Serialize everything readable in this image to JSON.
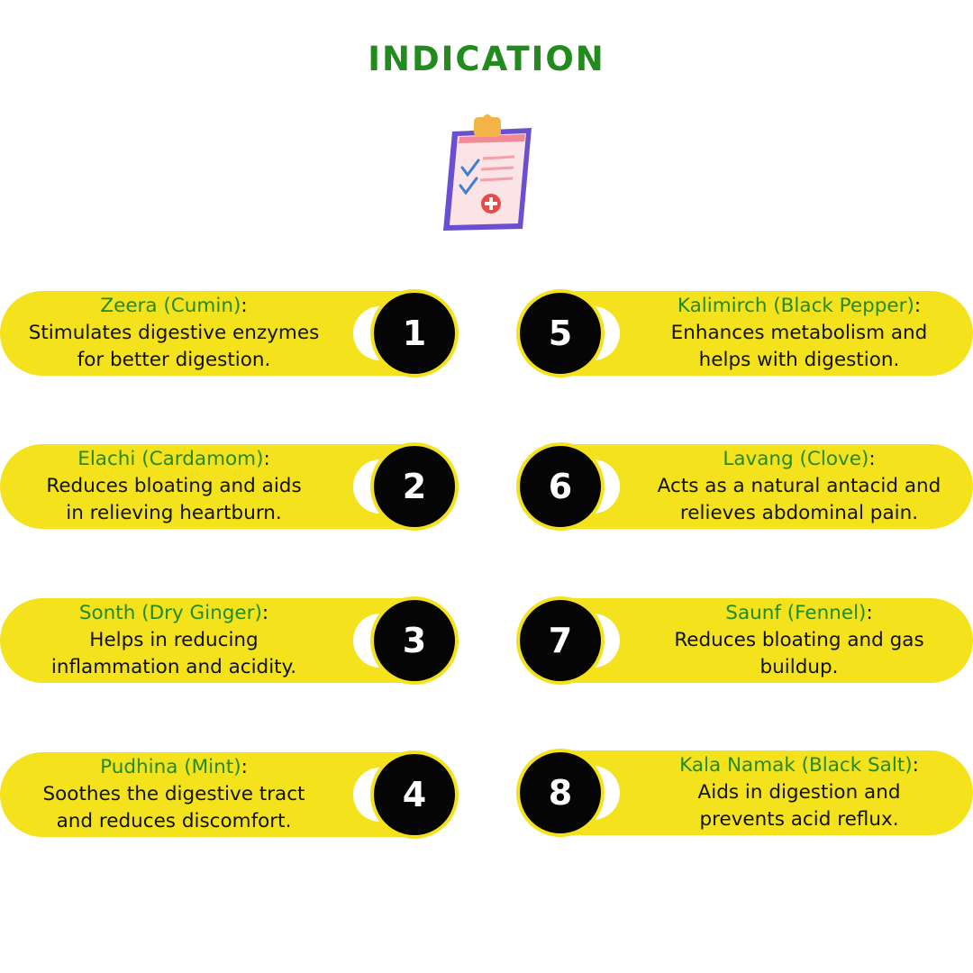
{
  "title": "INDICATION",
  "colors": {
    "accent_green": "#238a1e",
    "pill_yellow": "#f3e21c",
    "circle_black": "#050505"
  },
  "icon": "clipboard-checklist-icon",
  "left_items": [
    {
      "num": "1",
      "ingredient": "Zeera (Cumin)",
      "line1": "Stimulates digestive enzymes",
      "line2": "for better digestion."
    },
    {
      "num": "2",
      "ingredient": "Elachi (Cardamom)",
      "line1": "Reduces bloating and aids",
      "line2": "in relieving heartburn."
    },
    {
      "num": "3",
      "ingredient": "Sonth (Dry Ginger)",
      "line1": "Helps in reducing",
      "line2": "inflammation and acidity."
    },
    {
      "num": "4",
      "ingredient": "Pudhina (Mint)",
      "line1": "Soothes the digestive tract",
      "line2": "and reduces discomfort."
    }
  ],
  "right_items": [
    {
      "num": "5",
      "ingredient": "Kalimirch (Black Pepper)",
      "line1": "Enhances metabolism and",
      "line2": "helps with digestion."
    },
    {
      "num": "6",
      "ingredient": "Lavang (Clove)",
      "line1": "Acts as a natural antacid and",
      "line2": "relieves abdominal pain."
    },
    {
      "num": "7",
      "ingredient": "Saunf (Fennel)",
      "line1": "Reduces bloating and gas",
      "line2": "buildup."
    },
    {
      "num": "8",
      "ingredient": "Kala Namak (Black Salt)",
      "line1": "Aids in digestion and",
      "line2": "prevents acid reflux."
    }
  ]
}
